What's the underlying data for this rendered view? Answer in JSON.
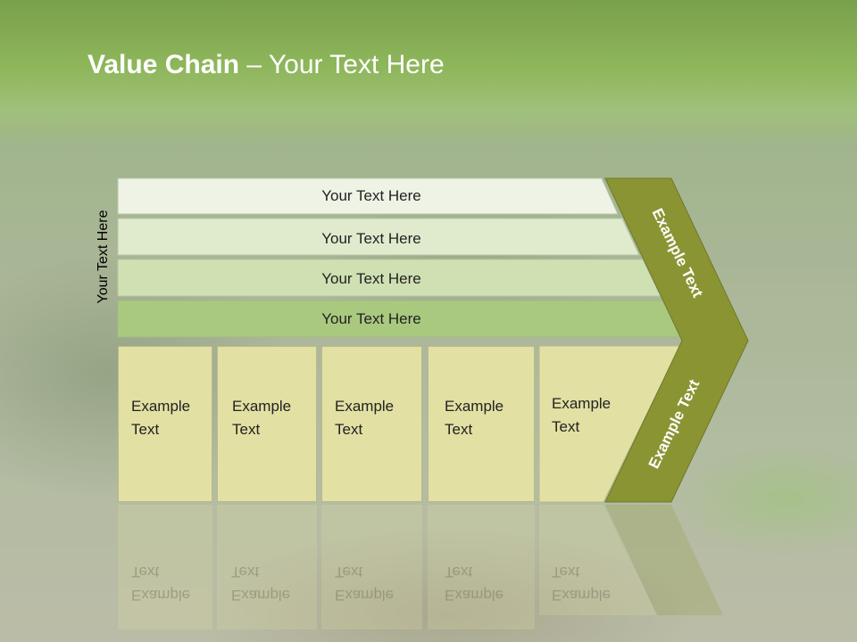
{
  "title": {
    "bold": "Value Chain",
    "rest": " – Your Text Here"
  },
  "side_label": "Your Text Here",
  "bars": [
    {
      "label": "Your Text Here",
      "color": "#eef3e5"
    },
    {
      "label": "Your Text Here",
      "color": "#e0ebce"
    },
    {
      "label": "Your Text Here",
      "color": "#cfe0b2"
    },
    {
      "label": "Your Text Here",
      "color": "#a9c97f"
    }
  ],
  "boxes": [
    {
      "line1": "Example",
      "line2": "Text"
    },
    {
      "line1": "Example",
      "line2": "Text"
    },
    {
      "line1": "Example",
      "line2": "Text"
    },
    {
      "line1": "Example",
      "line2": "Text"
    },
    {
      "line1": "Example",
      "line2": "Text"
    }
  ],
  "chevron": {
    "top_label": "Example Text",
    "bottom_label": "Example Text",
    "color": "#8b9433"
  },
  "colors": {
    "header": "#8eb65a",
    "box_fill": "#e2e0a3"
  }
}
